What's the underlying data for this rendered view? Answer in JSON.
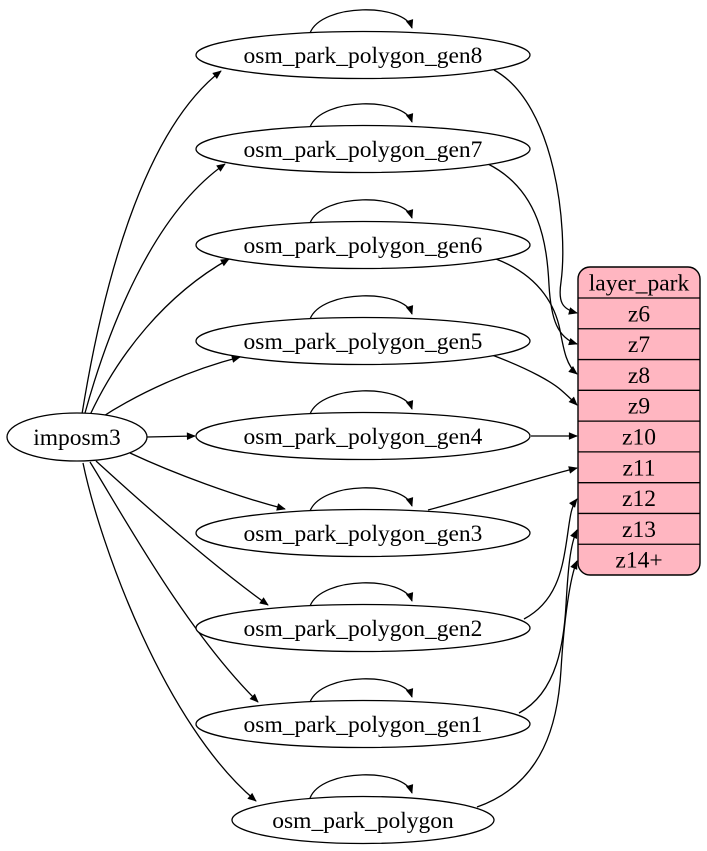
{
  "diagram": {
    "background": "#ffffff",
    "edge_color": "#000000",
    "node_style": {
      "fill": "#ffffff",
      "stroke": "#000000",
      "text_color": "#000000"
    },
    "source_node": {
      "id": "imposm3",
      "label": "imposm3"
    },
    "generalized_tables": [
      {
        "id": "osm_park_polygon_gen8",
        "label": "osm_park_polygon_gen8"
      },
      {
        "id": "osm_park_polygon_gen7",
        "label": "osm_park_polygon_gen7"
      },
      {
        "id": "osm_park_polygon_gen6",
        "label": "osm_park_polygon_gen6"
      },
      {
        "id": "osm_park_polygon_gen5",
        "label": "osm_park_polygon_gen5"
      },
      {
        "id": "osm_park_polygon_gen4",
        "label": "osm_park_polygon_gen4"
      },
      {
        "id": "osm_park_polygon_gen3",
        "label": "osm_park_polygon_gen3"
      },
      {
        "id": "osm_park_polygon_gen2",
        "label": "osm_park_polygon_gen2"
      },
      {
        "id": "osm_park_polygon_gen1",
        "label": "osm_park_polygon_gen1"
      },
      {
        "id": "osm_park_polygon",
        "label": "osm_park_polygon"
      }
    ],
    "layer_table": {
      "id": "layer_park",
      "title": "layer_park",
      "fill": "#ffb6c1",
      "stroke": "#000000",
      "zoom_rows": [
        "z6",
        "z7",
        "z8",
        "z9",
        "z10",
        "z11",
        "z12",
        "z13",
        "z14+"
      ]
    },
    "edges": {
      "imports": [
        {
          "from": "imposm3",
          "to": "osm_park_polygon_gen8"
        },
        {
          "from": "imposm3",
          "to": "osm_park_polygon_gen7"
        },
        {
          "from": "imposm3",
          "to": "osm_park_polygon_gen6"
        },
        {
          "from": "imposm3",
          "to": "osm_park_polygon_gen5"
        },
        {
          "from": "imposm3",
          "to": "osm_park_polygon_gen4"
        },
        {
          "from": "imposm3",
          "to": "osm_park_polygon_gen3"
        },
        {
          "from": "imposm3",
          "to": "osm_park_polygon_gen2"
        },
        {
          "from": "imposm3",
          "to": "osm_park_polygon_gen1"
        },
        {
          "from": "imposm3",
          "to": "osm_park_polygon"
        }
      ],
      "self_loops": [
        "osm_park_polygon_gen8",
        "osm_park_polygon_gen7",
        "osm_park_polygon_gen6",
        "osm_park_polygon_gen5",
        "osm_park_polygon_gen4",
        "osm_park_polygon_gen3",
        "osm_park_polygon_gen2",
        "osm_park_polygon_gen1",
        "osm_park_polygon"
      ],
      "layer_links": [
        {
          "from": "osm_park_polygon_gen8",
          "to_row": "z6"
        },
        {
          "from": "osm_park_polygon_gen7",
          "to_row": "z7"
        },
        {
          "from": "osm_park_polygon_gen6",
          "to_row": "z8"
        },
        {
          "from": "osm_park_polygon_gen5",
          "to_row": "z9"
        },
        {
          "from": "osm_park_polygon_gen4",
          "to_row": "z10"
        },
        {
          "from": "osm_park_polygon_gen3",
          "to_row": "z11"
        },
        {
          "from": "osm_park_polygon_gen2",
          "to_row": "z12"
        },
        {
          "from": "osm_park_polygon_gen1",
          "to_row": "z13"
        },
        {
          "from": "osm_park_polygon",
          "to_row": "z14+"
        }
      ]
    }
  }
}
